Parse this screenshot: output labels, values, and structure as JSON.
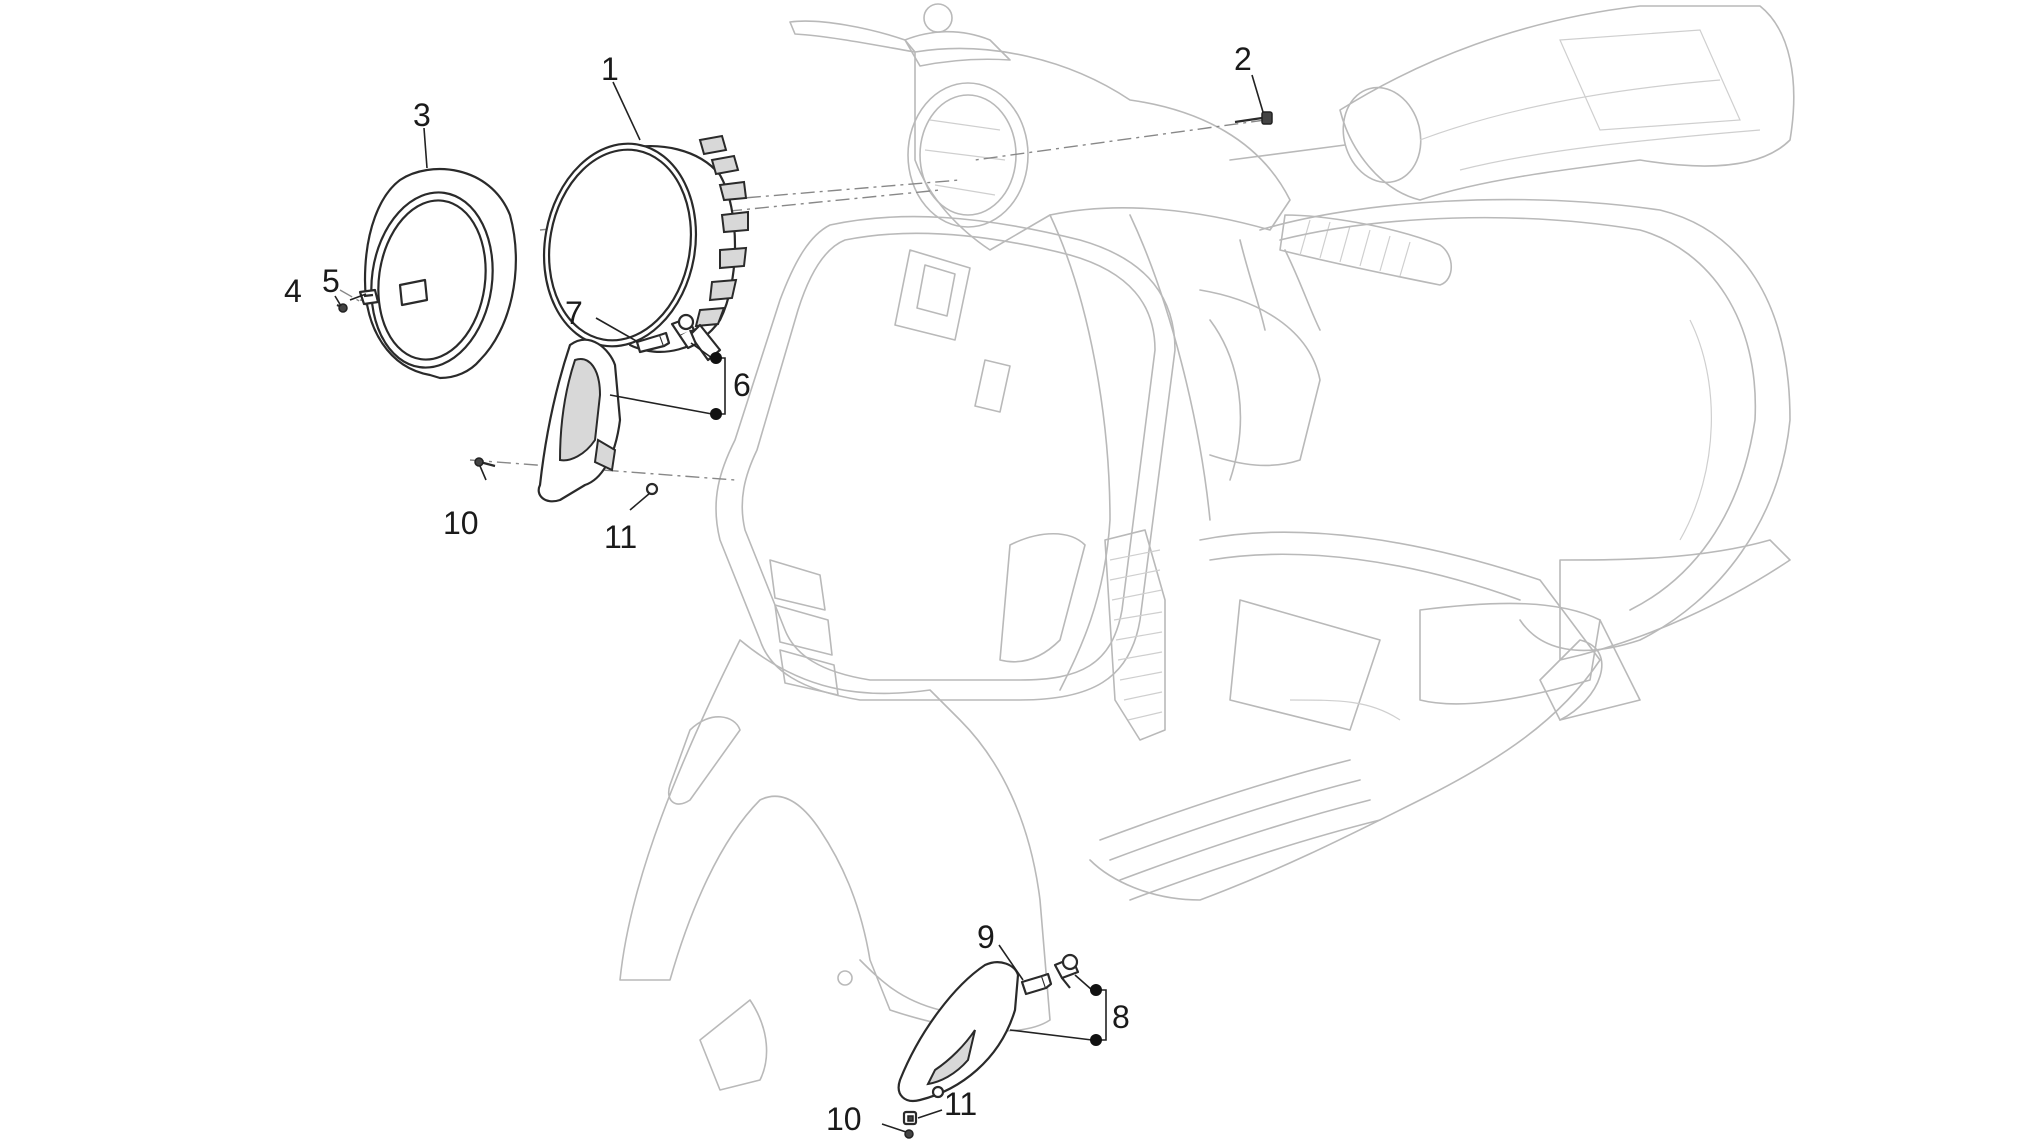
{
  "diagram": {
    "callouts": {
      "c1": "1",
      "c2": "2",
      "c3": "3",
      "c4": "4",
      "c5": "5",
      "c6": "6",
      "c7": "7",
      "c8": "8",
      "c9": "9",
      "c10a": "10",
      "c10b": "10",
      "c11a": "11",
      "c11b": "11"
    }
  }
}
